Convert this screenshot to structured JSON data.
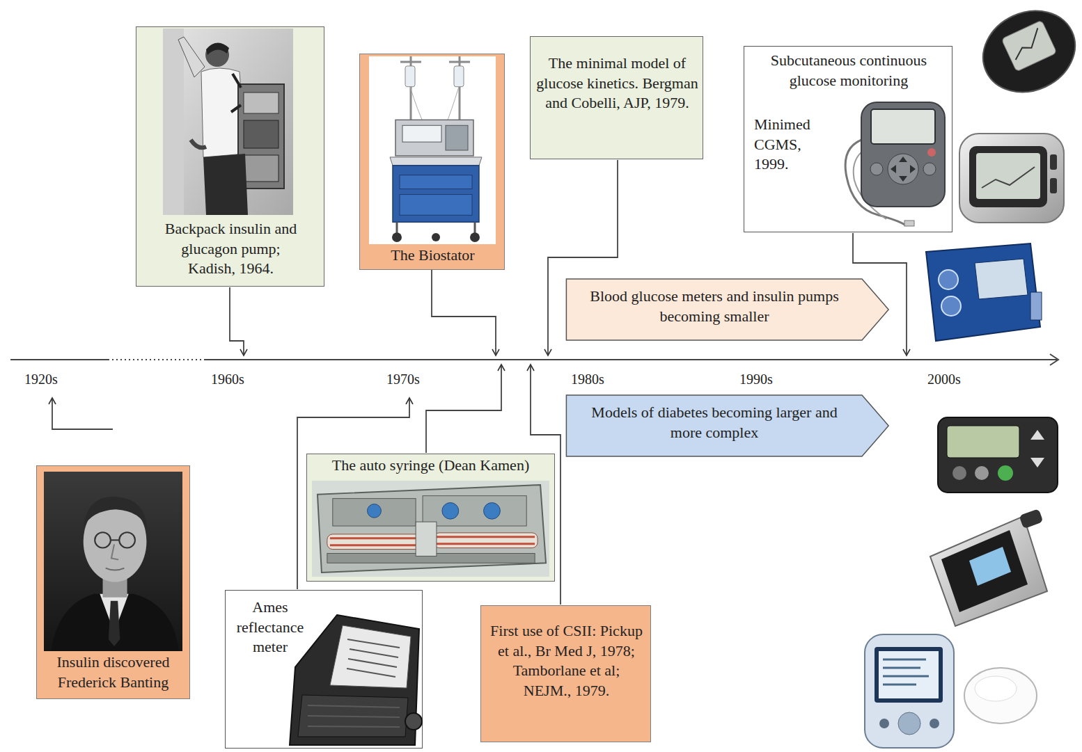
{
  "diagram": {
    "nodes": [
      {
        "text": [
          "Backpack insulin and glucagon pump; Kadish, 1964."
        ]
      },
      {
        "text": [
          "The Biostator"
        ]
      },
      {
        "text": [
          "The minimal model of glucose kinetics. Bergman and Cobelli, AJP, 1979."
        ]
      },
      {
        "text": [
          "Subcutaneous continuous glucose monitoring",
          "Minimed CGMS, 1999."
        ]
      },
      {
        "text": [
          "Blood glucose meters and insulin pumps becoming smaller"
        ]
      },
      {
        "text": [
          "Models of diabetes becoming larger and more complex"
        ]
      },
      {
        "text": [
          "The auto syringe (Dean Kamen)"
        ]
      },
      {
        "text": [
          "Insulin discovered Frederick Banting"
        ]
      },
      {
        "text": [
          "Ames reflectance meter"
        ]
      },
      {
        "text": [
          "First use of CSII: Pickup et al., Br Med J, 1978; Tamborlane et al; NEJM., 1979."
        ]
      }
    ],
    "labels": [
      "1920s",
      "1960s",
      "1970s",
      "1980s",
      "1990s",
      "2000s"
    ]
  }
}
